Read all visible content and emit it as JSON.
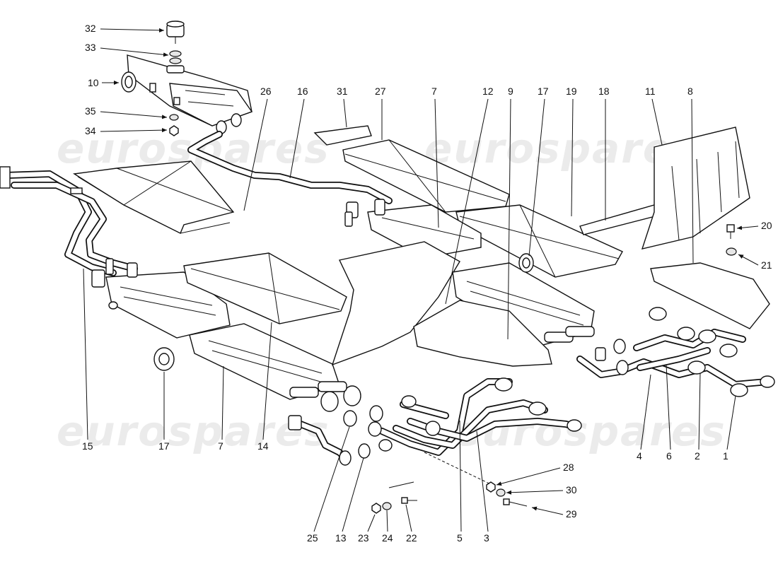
{
  "diagram": {
    "watermark_text": "eurospares",
    "callouts": [
      {
        "id": "32",
        "label": "32"
      },
      {
        "id": "33",
        "label": "33"
      },
      {
        "id": "10",
        "label": "10"
      },
      {
        "id": "35",
        "label": "35"
      },
      {
        "id": "34",
        "label": "34"
      },
      {
        "id": "26",
        "label": "26"
      },
      {
        "id": "16",
        "label": "16"
      },
      {
        "id": "31",
        "label": "31"
      },
      {
        "id": "27",
        "label": "27"
      },
      {
        "id": "7a",
        "label": "7"
      },
      {
        "id": "12",
        "label": "12"
      },
      {
        "id": "9",
        "label": "9"
      },
      {
        "id": "17a",
        "label": "17"
      },
      {
        "id": "19",
        "label": "19"
      },
      {
        "id": "18",
        "label": "18"
      },
      {
        "id": "11",
        "label": "11"
      },
      {
        "id": "8",
        "label": "8"
      },
      {
        "id": "20",
        "label": "20"
      },
      {
        "id": "21",
        "label": "21"
      },
      {
        "id": "15",
        "label": "15"
      },
      {
        "id": "17b",
        "label": "17"
      },
      {
        "id": "7b",
        "label": "7"
      },
      {
        "id": "14",
        "label": "14"
      },
      {
        "id": "25",
        "label": "25"
      },
      {
        "id": "13",
        "label": "13"
      },
      {
        "id": "23",
        "label": "23"
      },
      {
        "id": "24",
        "label": "24"
      },
      {
        "id": "22",
        "label": "22"
      },
      {
        "id": "5",
        "label": "5"
      },
      {
        "id": "3",
        "label": "3"
      },
      {
        "id": "28",
        "label": "28"
      },
      {
        "id": "30",
        "label": "30"
      },
      {
        "id": "29",
        "label": "29"
      },
      {
        "id": "4",
        "label": "4"
      },
      {
        "id": "6",
        "label": "6"
      },
      {
        "id": "2",
        "label": "2"
      },
      {
        "id": "1",
        "label": "1"
      }
    ]
  }
}
